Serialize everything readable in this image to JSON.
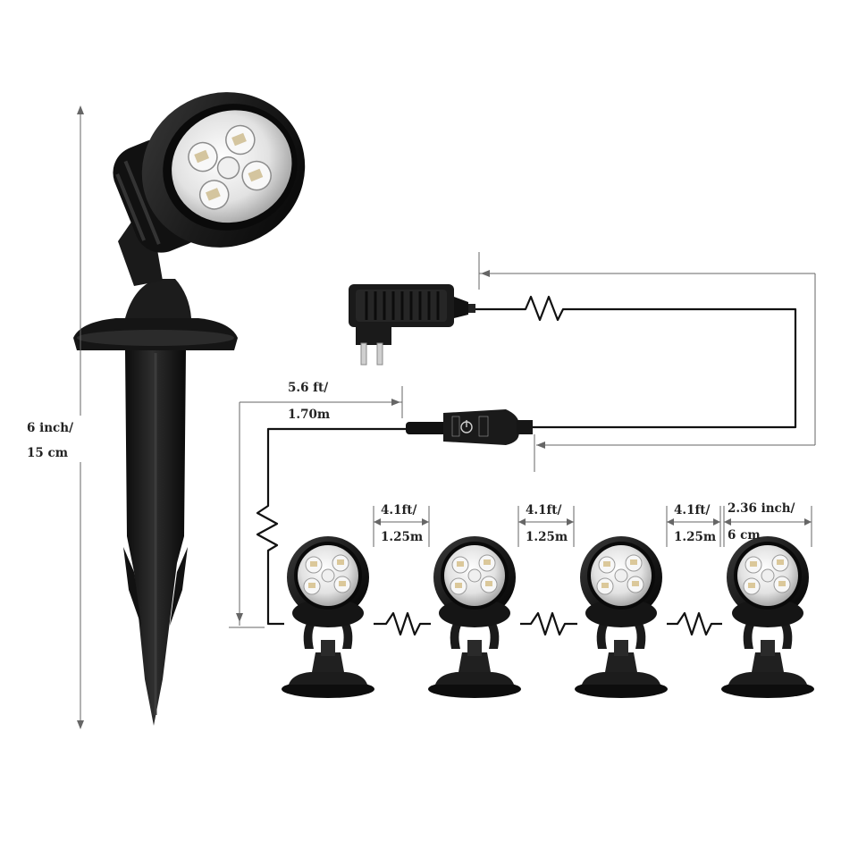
{
  "dimensions": {
    "height_line1": "6 inch/",
    "height_line2": "15 cm",
    "lead_line1": "5.6 ft/",
    "lead_line2": "1.70m",
    "gap1_line1": "4.1ft/",
    "gap1_line2": "1.25m",
    "gap2_line1": "4.1ft/",
    "gap2_line2": "1.25m",
    "gap3_line1": "4.1ft/",
    "gap3_line2": "1.25m",
    "width_line1": "2.36 inch/",
    "width_line2": "6 cm"
  },
  "colors": {
    "body": "#1a1a1a",
    "cable": "#111111",
    "dimension_line": "#666666",
    "lens": "#dcdcdc"
  }
}
